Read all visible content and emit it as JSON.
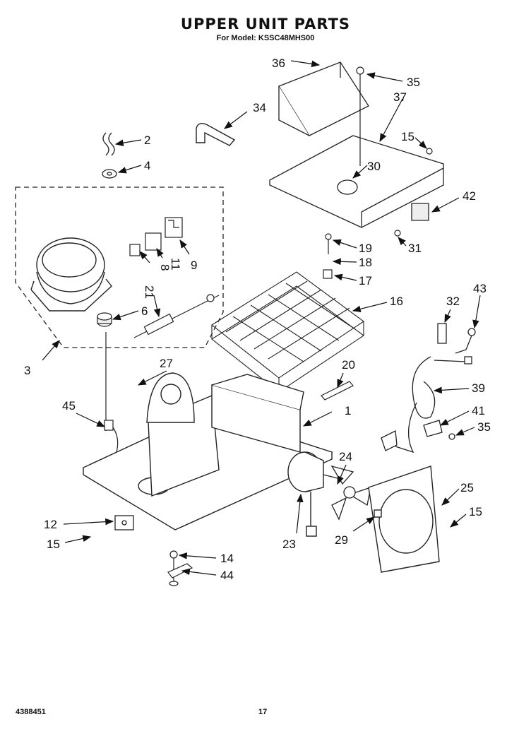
{
  "header": {
    "title": "UPPER UNIT PARTS",
    "subtitle": "For Model: KSSC48MHS00"
  },
  "footer": {
    "doc_number": "4388451",
    "page_number": "17"
  },
  "callouts": {
    "c1": "1",
    "c2": "2",
    "c3": "3",
    "c4": "4",
    "c6": "6",
    "c8": "8",
    "c9": "9",
    "c11": "11",
    "c12": "12",
    "c14": "14",
    "c15a": "15",
    "c15b": "15",
    "c15c": "15",
    "c16": "16",
    "c17": "17",
    "c18": "18",
    "c19": "19",
    "c20": "20",
    "c21": "21",
    "c23": "23",
    "c24": "24",
    "c25": "25",
    "c27": "27",
    "c29": "29",
    "c30": "30",
    "c31": "31",
    "c32": "32",
    "c34": "34",
    "c35a": "35",
    "c35b": "35",
    "c36": "36",
    "c37": "37",
    "c39": "39",
    "c41": "41",
    "c42": "42",
    "c43": "43",
    "c44": "44",
    "c45": "45"
  }
}
